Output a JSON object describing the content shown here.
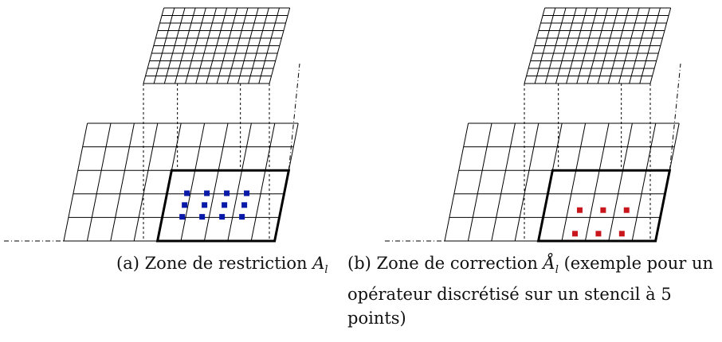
{
  "captions": {
    "a": {
      "prefix": "(a) Zone de restriction ",
      "symbol": "A",
      "subscript": "l",
      "suffix": ""
    },
    "b": {
      "prefix": "(b) Zone de correction ",
      "symbol": "Å",
      "subscript": "l",
      "suffix": " (exemple pour un opérateur discrétisé sur un stencil à 5 points)"
    }
  },
  "colors": {
    "restriction_points": "#0a1aa8",
    "correction_points": "#c8161c",
    "lines": "#000000"
  },
  "panels": [
    {
      "id": "a",
      "marker_pattern": "restriction-4x4",
      "marker_color": "#0a1aa8"
    },
    {
      "id": "b",
      "marker_pattern": "correction-3x2",
      "marker_color": "#c8161c"
    }
  ]
}
